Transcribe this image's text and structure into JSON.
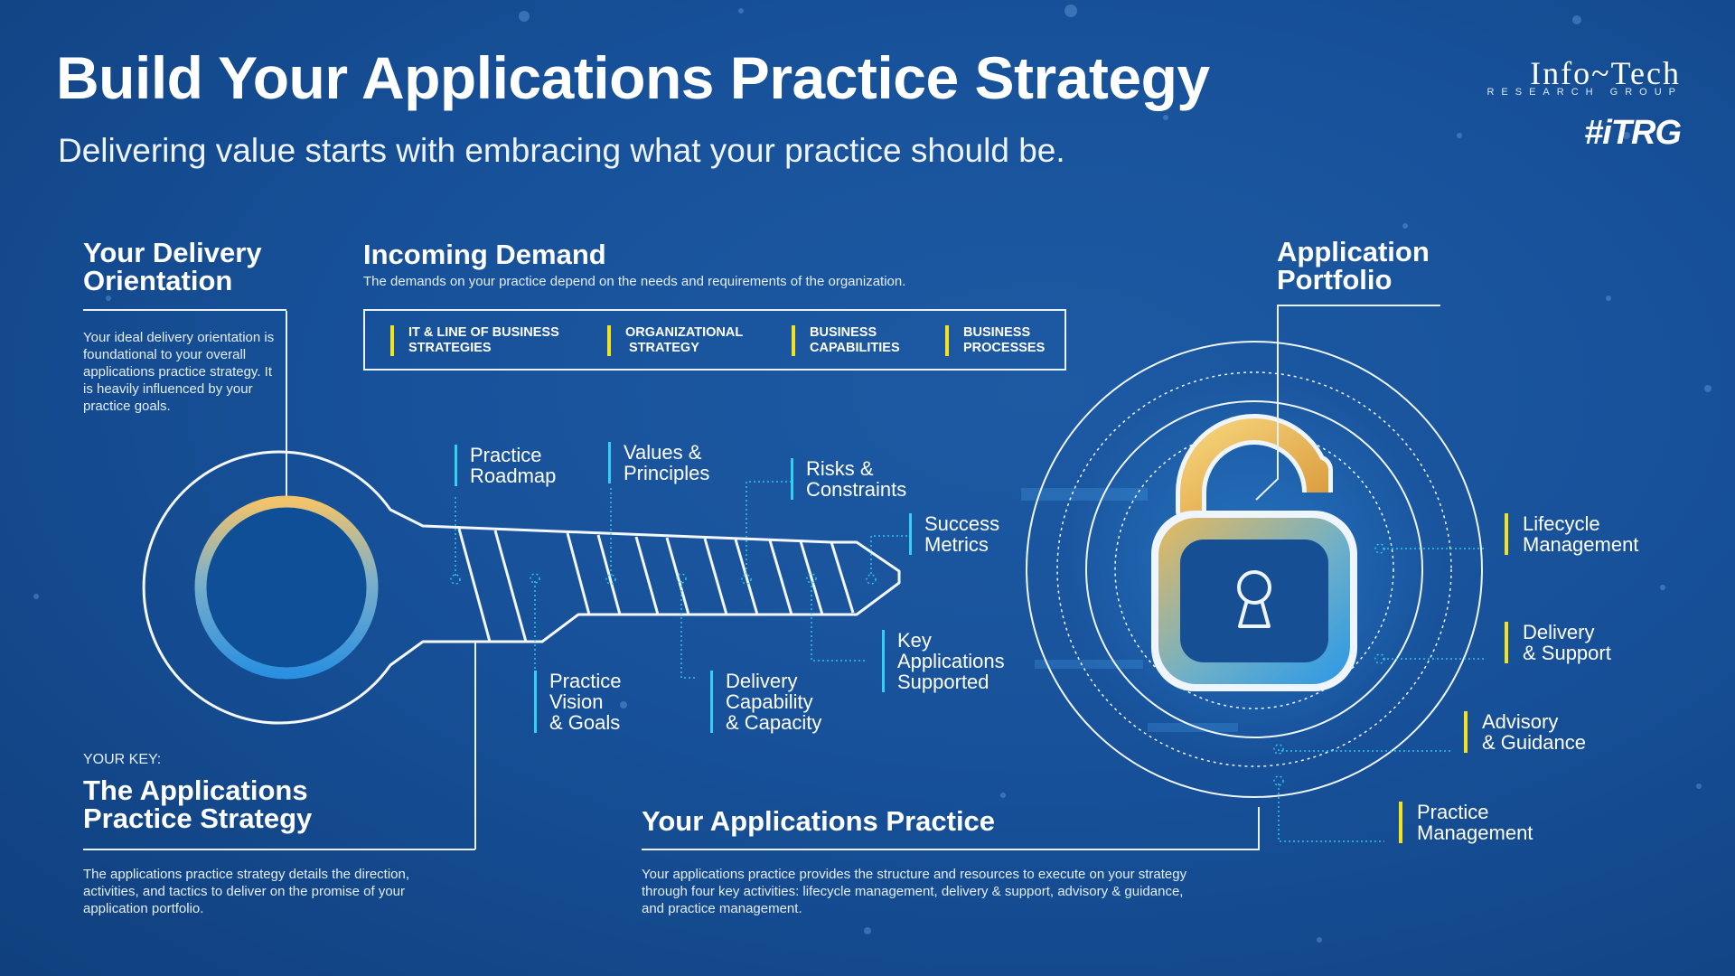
{
  "header": {
    "title": "Build Your Applications Practice Strategy",
    "subtitle": "Delivering value starts with embracing what your practice should be."
  },
  "brand": {
    "logo_main": "Info~Tech",
    "logo_sub": "RESEARCH GROUP",
    "hashtag": "#iTRG"
  },
  "delivery_orientation": {
    "heading_line1": "Your Delivery",
    "heading_line2": "Orientation",
    "text": "Your ideal delivery orientation is foundational to your overall applications practice strategy. It is heavily influenced by your practice goals."
  },
  "incoming_demand": {
    "heading": "Incoming Demand",
    "text": "The demands on your practice depend on the needs and requirements of the organization.",
    "items": [
      {
        "line1": "IT & LINE OF BUSINESS",
        "line2": "STRATEGIES"
      },
      {
        "line1": "ORGANIZATIONAL",
        "line2": "STRATEGY"
      },
      {
        "line1": "BUSINESS",
        "line2": "CAPABILITIES"
      },
      {
        "line1": "BUSINESS",
        "line2": "PROCESSES"
      }
    ]
  },
  "key_labels": {
    "roadmap": {
      "line1": "Practice",
      "line2": "Roadmap"
    },
    "values": {
      "line1": "Values &",
      "line2": "Principles"
    },
    "risks": {
      "line1": "Risks &",
      "line2": "Constraints"
    },
    "success": {
      "line1": "Success",
      "line2": "Metrics"
    },
    "vision": {
      "line1": "Practice",
      "line2": "Vision",
      "line3": "& Goals"
    },
    "delivery": {
      "line1": "Delivery",
      "line2": "Capability",
      "line3": "& Capacity"
    },
    "apps": {
      "line1": "Key",
      "line2": "Applications",
      "line3": "Supported"
    }
  },
  "application_portfolio": {
    "heading_line1": "Application",
    "heading_line2": "Portfolio"
  },
  "practice_activities": {
    "lifecycle": {
      "line1": "Lifecycle",
      "line2": "Management"
    },
    "delivery_support": {
      "line1": "Delivery",
      "line2": "& Support"
    },
    "advisory": {
      "line1": "Advisory",
      "line2": "& Guidance"
    },
    "practice_mgmt": {
      "line1": "Practice",
      "line2": "Management"
    }
  },
  "your_key": {
    "eyebrow": "YOUR KEY:",
    "title_line1": "The Applications",
    "title_line2": "Practice Strategy",
    "text": "The applications practice strategy details the direction, activities, and tactics to deliver on the promise of your application portfolio."
  },
  "your_practice": {
    "heading": "Your Applications Practice",
    "text": "Your applications practice provides the structure and resources to execute on your strategy through four key activities: lifecycle management, delivery & support, advisory & guidance, and practice management."
  },
  "colors": {
    "background": "#17519a",
    "accent_yellow": "#f3e21c",
    "accent_cyan": "#33d0f2",
    "gold": "#f2c46a"
  }
}
